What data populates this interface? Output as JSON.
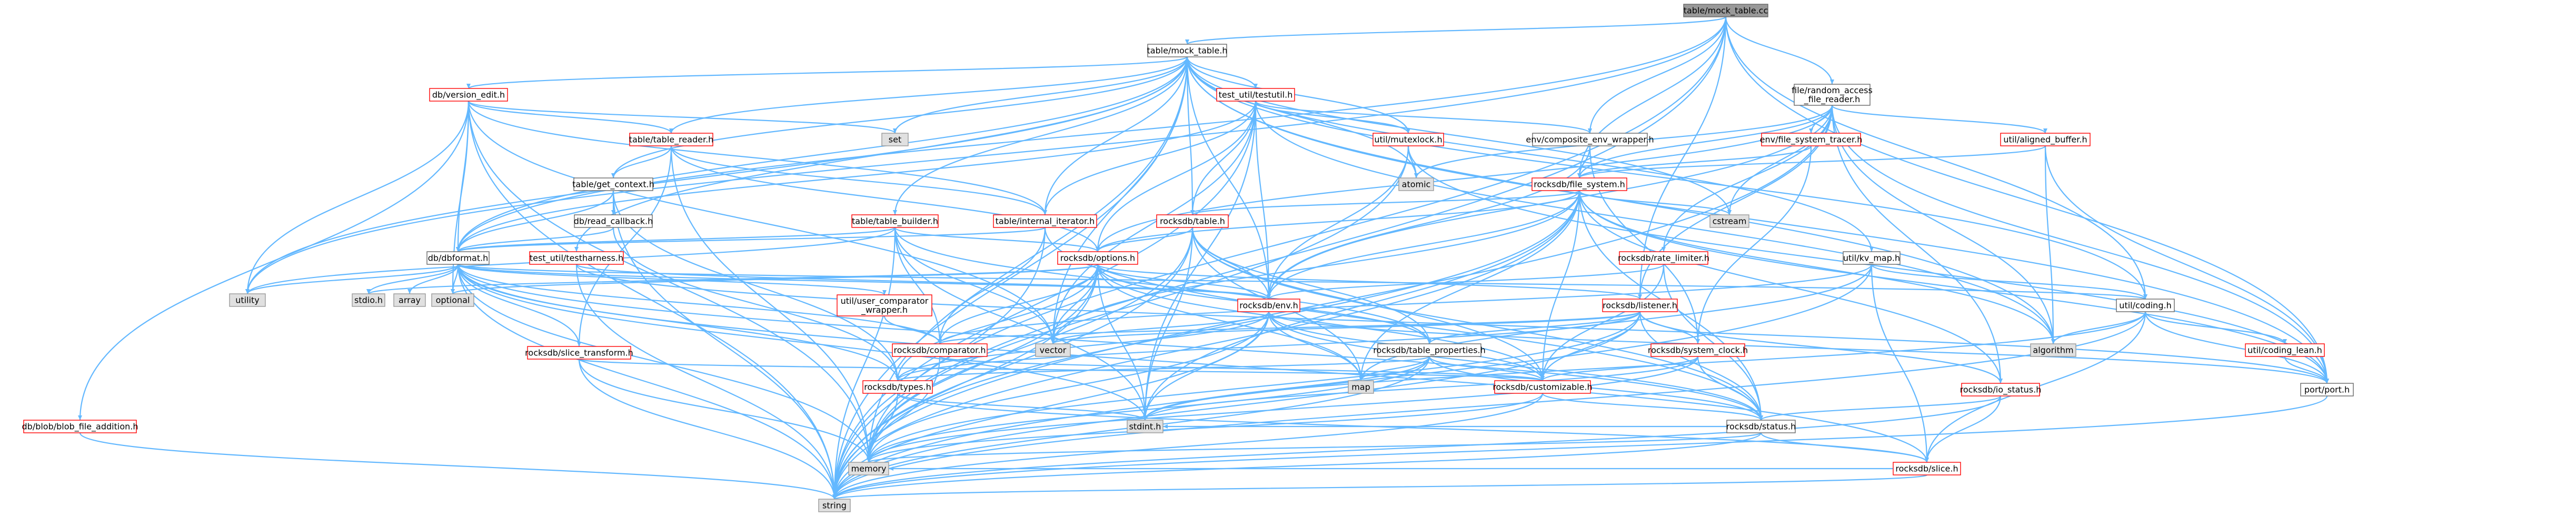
{
  "diagram": {
    "type": "include-dependency-graph",
    "colors": {
      "edge": "#63b8ff",
      "root_fill": "#999999",
      "root_border": "#666666",
      "file_border_red": "#ff0000",
      "file_border_gray": "#666666",
      "system_fill": "#e0e0e0",
      "system_border": "#999999",
      "node_fill": "#ffffff"
    },
    "nodes": [
      {
        "id": "root",
        "label": "table/mock_table.cc",
        "kind": "root"
      },
      {
        "id": "mock_table_h",
        "label": "table/mock_table.h",
        "kind": "file"
      },
      {
        "id": "version_edit",
        "label": "db/version_edit.h",
        "kind": "linked"
      },
      {
        "id": "testutil",
        "label": "test_util/testutil.h",
        "kind": "linked"
      },
      {
        "id": "random_access",
        "label": "file/random_access\n_file_reader.h",
        "kind": "file"
      },
      {
        "id": "table_reader",
        "label": "table/table_reader.h",
        "kind": "linked"
      },
      {
        "id": "set",
        "label": "set",
        "kind": "system"
      },
      {
        "id": "mutexlock",
        "label": "util/mutexlock.h",
        "kind": "linked"
      },
      {
        "id": "env_wrapper",
        "label": "env/composite_env_wrapper.h",
        "kind": "file"
      },
      {
        "id": "fs_tracer",
        "label": "env/file_system_tracer.h",
        "kind": "linked"
      },
      {
        "id": "aligned_buffer",
        "label": "util/aligned_buffer.h",
        "kind": "linked"
      },
      {
        "id": "get_context",
        "label": "table/get_context.h",
        "kind": "file"
      },
      {
        "id": "atomic",
        "label": "atomic",
        "kind": "system"
      },
      {
        "id": "file_system",
        "label": "rocksdb/file_system.h",
        "kind": "linked"
      },
      {
        "id": "read_callback",
        "label": "db/read_callback.h",
        "kind": "file"
      },
      {
        "id": "table_builder",
        "label": "table/table_builder.h",
        "kind": "linked"
      },
      {
        "id": "internal_iterator",
        "label": "table/internal_iterator.h",
        "kind": "linked"
      },
      {
        "id": "rocksdb_table",
        "label": "rocksdb/table.h",
        "kind": "linked"
      },
      {
        "id": "cstream",
        "label": "cstream",
        "kind": "system"
      },
      {
        "id": "dbformat",
        "label": "db/dbformat.h",
        "kind": "file"
      },
      {
        "id": "testharness",
        "label": "test_util/testharness.h",
        "kind": "linked"
      },
      {
        "id": "rocksdb_options",
        "label": "rocksdb/options.h",
        "kind": "linked"
      },
      {
        "id": "rate_limiter",
        "label": "rocksdb/rate_limiter.h",
        "kind": "linked"
      },
      {
        "id": "kv_map",
        "label": "util/kv_map.h",
        "kind": "file"
      },
      {
        "id": "stdio",
        "label": "stdio.h",
        "kind": "system"
      },
      {
        "id": "array",
        "label": "array",
        "kind": "system"
      },
      {
        "id": "optional",
        "label": "optional",
        "kind": "system"
      },
      {
        "id": "utility",
        "label": "utility",
        "kind": "system"
      },
      {
        "id": "user_comparator",
        "label": "util/user_comparator\n_wrapper.h",
        "kind": "linked"
      },
      {
        "id": "rocksdb_env",
        "label": "rocksdb/env.h",
        "kind": "linked"
      },
      {
        "id": "listener",
        "label": "rocksdb/listener.h",
        "kind": "linked"
      },
      {
        "id": "coding",
        "label": "util/coding.h",
        "kind": "file"
      },
      {
        "id": "slice_transform",
        "label": "rocksdb/slice_transform.h",
        "kind": "linked"
      },
      {
        "id": "rocksdb_comparator",
        "label": "rocksdb/comparator.h",
        "kind": "linked"
      },
      {
        "id": "vector",
        "label": "vector",
        "kind": "system"
      },
      {
        "id": "table_properties",
        "label": "rocksdb/table_properties.h",
        "kind": "file"
      },
      {
        "id": "system_clock",
        "label": "rocksdb/system_clock.h",
        "kind": "linked"
      },
      {
        "id": "algorithm",
        "label": "algorithm",
        "kind": "system"
      },
      {
        "id": "coding_lean",
        "label": "util/coding_lean.h",
        "kind": "linked"
      },
      {
        "id": "rocksdb_types",
        "label": "rocksdb/types.h",
        "kind": "linked"
      },
      {
        "id": "map",
        "label": "map",
        "kind": "system"
      },
      {
        "id": "customizable",
        "label": "rocksdb/customizable.h",
        "kind": "linked"
      },
      {
        "id": "io_status",
        "label": "rocksdb/io_status.h",
        "kind": "linked"
      },
      {
        "id": "port_h",
        "label": "port/port.h",
        "kind": "file"
      },
      {
        "id": "blob_file_addition",
        "label": "db/blob/blob_file_addition.h",
        "kind": "linked"
      },
      {
        "id": "stdint",
        "label": "stdint.h",
        "kind": "system"
      },
      {
        "id": "status",
        "label": "rocksdb/status.h",
        "kind": "file"
      },
      {
        "id": "memory",
        "label": "memory",
        "kind": "system"
      },
      {
        "id": "rocksdb_slice",
        "label": "rocksdb/slice.h",
        "kind": "linked"
      },
      {
        "id": "string",
        "label": "string",
        "kind": "system"
      }
    ],
    "edges": [
      [
        "root",
        "mock_table_h"
      ],
      [
        "root",
        "random_access"
      ],
      [
        "root",
        "env_wrapper"
      ],
      [
        "root",
        "file_system"
      ],
      [
        "root",
        "port_h"
      ],
      [
        "root",
        "coding"
      ],
      [
        "root",
        "dbformat"
      ],
      [
        "root",
        "string"
      ],
      [
        "root",
        "memory"
      ],
      [
        "root",
        "utility"
      ],
      [
        "root",
        "listener"
      ],
      [
        "mock_table_h",
        "version_edit"
      ],
      [
        "mock_table_h",
        "testutil"
      ],
      [
        "mock_table_h",
        "table_reader"
      ],
      [
        "mock_table_h",
        "set"
      ],
      [
        "mock_table_h",
        "mutexlock"
      ],
      [
        "mock_table_h",
        "get_context"
      ],
      [
        "mock_table_h",
        "atomic"
      ],
      [
        "mock_table_h",
        "table_builder"
      ],
      [
        "mock_table_h",
        "internal_iterator"
      ],
      [
        "mock_table_h",
        "rocksdb_table"
      ],
      [
        "mock_table_h",
        "testharness"
      ],
      [
        "mock_table_h",
        "kv_map"
      ],
      [
        "mock_table_h",
        "coding"
      ],
      [
        "mock_table_h",
        "port_h"
      ],
      [
        "mock_table_h",
        "algorithm"
      ],
      [
        "mock_table_h",
        "memory"
      ],
      [
        "mock_table_h",
        "string"
      ],
      [
        "mock_table_h",
        "utility"
      ],
      [
        "mock_table_h",
        "vector"
      ],
      [
        "mock_table_h",
        "rocksdb_env"
      ],
      [
        "mock_table_h",
        "dbformat"
      ],
      [
        "mock_table_h",
        "cstream"
      ],
      [
        "version_edit",
        "dbformat"
      ],
      [
        "version_edit",
        "set"
      ],
      [
        "version_edit",
        "table_reader"
      ],
      [
        "version_edit",
        "utility"
      ],
      [
        "version_edit",
        "optional"
      ],
      [
        "version_edit",
        "blob_file_addition"
      ],
      [
        "version_edit",
        "memory"
      ],
      [
        "version_edit",
        "string"
      ],
      [
        "version_edit",
        "vector"
      ],
      [
        "version_edit",
        "internal_iterator"
      ],
      [
        "testutil",
        "env_wrapper"
      ],
      [
        "testutil",
        "mutexlock"
      ],
      [
        "testutil",
        "rocksdb_env"
      ],
      [
        "testutil",
        "rocksdb_options"
      ],
      [
        "testutil",
        "rocksdb_table"
      ],
      [
        "testutil",
        "internal_iterator"
      ],
      [
        "testutil",
        "string"
      ],
      [
        "testutil",
        "vector"
      ],
      [
        "testutil",
        "algorithm"
      ],
      [
        "testutil",
        "dbformat"
      ],
      [
        "testutil",
        "stdint"
      ],
      [
        "random_access",
        "fs_tracer"
      ],
      [
        "random_access",
        "aligned_buffer"
      ],
      [
        "random_access",
        "file_system"
      ],
      [
        "random_access",
        "rocksdb_env"
      ],
      [
        "random_access",
        "rate_limiter"
      ],
      [
        "random_access",
        "listener"
      ],
      [
        "random_access",
        "port_h"
      ],
      [
        "random_access",
        "atomic"
      ],
      [
        "random_access",
        "string"
      ],
      [
        "random_access",
        "algorithm"
      ],
      [
        "random_access",
        "rocksdb_options"
      ],
      [
        "random_access",
        "cstream"
      ],
      [
        "random_access",
        "io_status"
      ],
      [
        "table_reader",
        "get_context"
      ],
      [
        "table_reader",
        "internal_iterator"
      ],
      [
        "table_reader",
        "slice_transform"
      ],
      [
        "table_reader",
        "memory"
      ],
      [
        "table_reader",
        "rocksdb_options"
      ],
      [
        "mutexlock",
        "atomic"
      ],
      [
        "mutexlock",
        "port_h"
      ],
      [
        "mutexlock",
        "memory"
      ],
      [
        "mutexlock",
        "rocksdb_env"
      ],
      [
        "env_wrapper",
        "file_system"
      ],
      [
        "env_wrapper",
        "rocksdb_env"
      ],
      [
        "env_wrapper",
        "system_clock"
      ],
      [
        "fs_tracer",
        "file_system"
      ],
      [
        "fs_tracer",
        "system_clock"
      ],
      [
        "aligned_buffer",
        "file_system"
      ],
      [
        "aligned_buffer",
        "port_h"
      ],
      [
        "aligned_buffer",
        "algorithm"
      ],
      [
        "get_context",
        "read_callback"
      ],
      [
        "get_context",
        "dbformat"
      ],
      [
        "get_context",
        "string"
      ],
      [
        "get_context",
        "rocksdb_types"
      ],
      [
        "file_system",
        "rocksdb_env"
      ],
      [
        "file_system",
        "rocksdb_options"
      ],
      [
        "file_system",
        "rocksdb_table"
      ],
      [
        "file_system",
        "io_status"
      ],
      [
        "file_system",
        "customizable"
      ],
      [
        "file_system",
        "memory"
      ],
      [
        "file_system",
        "string"
      ],
      [
        "file_system",
        "vector"
      ],
      [
        "file_system",
        "cstream"
      ],
      [
        "file_system",
        "map"
      ],
      [
        "file_system",
        "stdint"
      ],
      [
        "file_system",
        "status"
      ],
      [
        "file_system",
        "port_h"
      ],
      [
        "file_system",
        "algorithm"
      ],
      [
        "read_callback",
        "dbformat"
      ],
      [
        "read_callback",
        "rocksdb_types"
      ],
      [
        "table_builder",
        "dbformat"
      ],
      [
        "table_builder",
        "rocksdb_options"
      ],
      [
        "table_builder",
        "table_properties"
      ],
      [
        "table_builder",
        "string"
      ],
      [
        "table_builder",
        "vector"
      ],
      [
        "table_builder",
        "utility"
      ],
      [
        "table_builder",
        "stdint"
      ],
      [
        "table_builder",
        "rocksdb_comparator"
      ],
      [
        "internal_iterator",
        "dbformat"
      ],
      [
        "internal_iterator",
        "rocksdb_comparator"
      ],
      [
        "internal_iterator",
        "status"
      ],
      [
        "internal_iterator",
        "string"
      ],
      [
        "rocksdb_table",
        "rocksdb_options"
      ],
      [
        "rocksdb_table",
        "customizable"
      ],
      [
        "rocksdb_table",
        "rocksdb_env"
      ],
      [
        "rocksdb_table",
        "table_properties"
      ],
      [
        "rocksdb_table",
        "status"
      ],
      [
        "rocksdb_table",
        "memory"
      ],
      [
        "rocksdb_table",
        "string"
      ],
      [
        "rocksdb_table",
        "map"
      ],
      [
        "rocksdb_table",
        "stdint"
      ],
      [
        "dbformat",
        "stdio"
      ],
      [
        "dbformat",
        "array"
      ],
      [
        "dbformat",
        "optional"
      ],
      [
        "dbformat",
        "utility"
      ],
      [
        "dbformat",
        "user_comparator"
      ],
      [
        "dbformat",
        "rocksdb_comparator"
      ],
      [
        "dbformat",
        "slice_transform"
      ],
      [
        "dbformat",
        "rocksdb_types"
      ],
      [
        "dbformat",
        "coding"
      ],
      [
        "dbformat",
        "memory"
      ],
      [
        "dbformat",
        "string"
      ],
      [
        "dbformat",
        "rocksdb_env"
      ],
      [
        "dbformat",
        "status"
      ],
      [
        "dbformat",
        "rocksdb_slice"
      ],
      [
        "dbformat",
        "stdint"
      ],
      [
        "testharness",
        "string"
      ],
      [
        "testharness",
        "rocksdb_env"
      ],
      [
        "testharness",
        "port_h"
      ],
      [
        "rocksdb_options",
        "rocksdb_comparator"
      ],
      [
        "rocksdb_options",
        "rocksdb_env"
      ],
      [
        "rocksdb_options",
        "listener"
      ],
      [
        "rocksdb_options",
        "customizable"
      ],
      [
        "rocksdb_options",
        "rocksdb_types"
      ],
      [
        "rocksdb_options",
        "vector"
      ],
      [
        "rocksdb_options",
        "memory"
      ],
      [
        "rocksdb_options",
        "string"
      ],
      [
        "rocksdb_options",
        "optional"
      ],
      [
        "rocksdb_options",
        "stdint"
      ],
      [
        "rocksdb_options",
        "map"
      ],
      [
        "rocksdb_options",
        "table_properties"
      ],
      [
        "rocksdb_options",
        "stdio"
      ],
      [
        "rate_limiter",
        "rocksdb_env"
      ],
      [
        "rate_limiter",
        "status"
      ],
      [
        "rate_limiter",
        "customizable"
      ],
      [
        "kv_map",
        "map"
      ],
      [
        "kv_map",
        "string"
      ],
      [
        "kv_map",
        "coding"
      ],
      [
        "kv_map",
        "rocksdb_comparator"
      ],
      [
        "kv_map",
        "rocksdb_slice"
      ],
      [
        "user_comparator",
        "rocksdb_comparator"
      ],
      [
        "rocksdb_env",
        "stdint"
      ],
      [
        "rocksdb_env",
        "memory"
      ],
      [
        "rocksdb_env",
        "vector"
      ],
      [
        "rocksdb_env",
        "string"
      ],
      [
        "rocksdb_env",
        "map"
      ],
      [
        "rocksdb_env",
        "status"
      ],
      [
        "rocksdb_env",
        "customizable"
      ],
      [
        "rocksdb_env",
        "rocksdb_types"
      ],
      [
        "rocksdb_env",
        "port_h"
      ],
      [
        "listener",
        "table_properties"
      ],
      [
        "listener",
        "rocksdb_types"
      ],
      [
        "listener",
        "io_status"
      ],
      [
        "listener",
        "customizable"
      ],
      [
        "listener",
        "system_clock"
      ],
      [
        "listener",
        "memory"
      ],
      [
        "listener",
        "string"
      ],
      [
        "listener",
        "vector"
      ],
      [
        "listener",
        "status"
      ],
      [
        "listener",
        "rocksdb_comparator"
      ],
      [
        "coding",
        "coding_lean"
      ],
      [
        "coding",
        "port_h"
      ],
      [
        "coding",
        "rocksdb_slice"
      ],
      [
        "coding",
        "algorithm"
      ],
      [
        "coding",
        "string"
      ],
      [
        "coding",
        "stdint"
      ],
      [
        "slice_transform",
        "memory"
      ],
      [
        "slice_transform",
        "string"
      ],
      [
        "slice_transform",
        "customizable"
      ],
      [
        "rocksdb_comparator",
        "string"
      ],
      [
        "rocksdb_comparator",
        "customizable"
      ],
      [
        "table_properties",
        "stdint"
      ],
      [
        "table_properties",
        "map"
      ],
      [
        "table_properties",
        "memory"
      ],
      [
        "table_properties",
        "string"
      ],
      [
        "table_properties",
        "rocksdb_types"
      ],
      [
        "table_properties",
        "customizable"
      ],
      [
        "table_properties",
        "status"
      ],
      [
        "system_clock",
        "stdint"
      ],
      [
        "system_clock",
        "memory"
      ],
      [
        "system_clock",
        "customizable"
      ],
      [
        "system_clock",
        "status"
      ],
      [
        "coding_lean",
        "port_h"
      ],
      [
        "rocksdb_types",
        "stdint"
      ],
      [
        "rocksdb_types",
        "rocksdb_slice"
      ],
      [
        "rocksdb_types",
        "memory"
      ],
      [
        "customizable",
        "status"
      ],
      [
        "customizable",
        "memory"
      ],
      [
        "customizable",
        "string"
      ],
      [
        "io_status",
        "string"
      ],
      [
        "io_status",
        "status"
      ],
      [
        "io_status",
        "rocksdb_slice"
      ],
      [
        "port_h",
        "string"
      ],
      [
        "blob_file_addition",
        "string"
      ],
      [
        "status",
        "memory"
      ],
      [
        "status",
        "string"
      ],
      [
        "status",
        "rocksdb_slice"
      ],
      [
        "status",
        "stdint"
      ],
      [
        "rocksdb_slice",
        "string"
      ],
      [
        "rocksdb_slice",
        "memory"
      ]
    ]
  }
}
